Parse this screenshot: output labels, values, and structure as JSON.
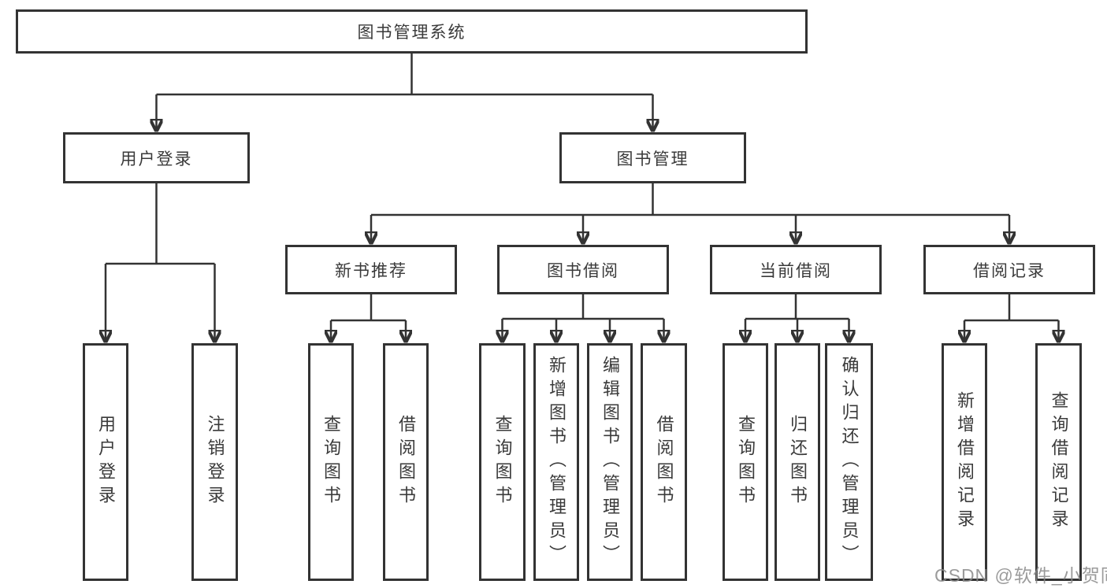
{
  "colors": {
    "line": "#333333",
    "box_border": "#333333",
    "background": "#ffffff",
    "watermark_gray": "#8a8a8a"
  },
  "root": {
    "label": "图书管理系统"
  },
  "level2": [
    {
      "label": "用户登录"
    },
    {
      "label": "图书管理"
    }
  ],
  "level3": [
    {
      "label": "新书推荐"
    },
    {
      "label": "图书借阅"
    },
    {
      "label": "当前借阅"
    },
    {
      "label": "借阅记录"
    }
  ],
  "leaves": [
    {
      "label": "用户登录"
    },
    {
      "label": "注销登录"
    },
    {
      "label": "查询图书"
    },
    {
      "label": "借阅图书"
    },
    {
      "label": "查询图书"
    },
    {
      "label": "新增图书（管理员）"
    },
    {
      "label": "编辑图书（管理员）"
    },
    {
      "label": "借阅图书"
    },
    {
      "label": "查询图书"
    },
    {
      "label": "归还图书"
    },
    {
      "label": "确认归还（管理员）"
    },
    {
      "label": "新增借阅记录"
    },
    {
      "label": "查询借阅记录"
    }
  ],
  "watermark": {
    "text": "CSDN @软件_小贺同学"
  }
}
